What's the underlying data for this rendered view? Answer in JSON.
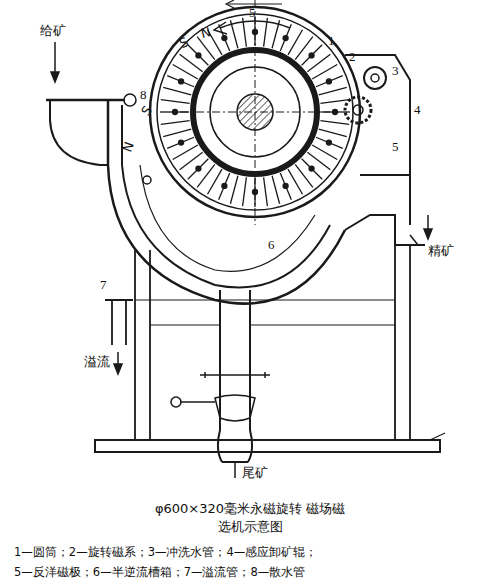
{
  "diagram": {
    "caption": "φ600×320毫米永磁旋转 磁场磁选机示意图",
    "labels": [
      "给矿",
      "8",
      "5",
      "N",
      "S",
      "S",
      "N",
      "1",
      "2",
      "3",
      "4",
      "5",
      "6",
      "7",
      "溢流",
      "精矿",
      "尾矿",
      "1—圆筒；2—旋转磁系；3—冲洗水管；4—感应卸矿辊；",
      "5—反洋磁极；6—半逆流槽箱；7—溢流管；8—散水管"
    ]
  }
}
